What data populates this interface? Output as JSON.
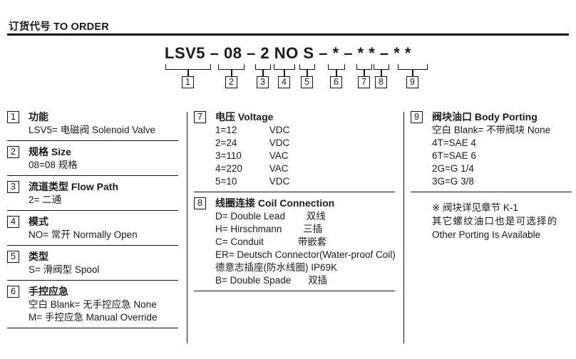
{
  "header": {
    "title": "订货代号 TO ORDER"
  },
  "order_code": {
    "text": "LSV5 – 08 – 2 NO S – * – * * – * *",
    "callout_numbers": [
      "1",
      "2",
      "3",
      "4",
      "5",
      "6",
      "7",
      "8",
      "9"
    ]
  },
  "columns": {
    "left": [
      {
        "num": "1",
        "title": "功能",
        "options": [
          {
            "key": "LSV5=",
            "value": "电磁阀 Solenoid Valve"
          }
        ]
      },
      {
        "num": "2",
        "title": "规格 Size",
        "options": [
          {
            "key": "08=08",
            "value": "规格"
          }
        ]
      },
      {
        "num": "3",
        "title": "流道类型 Flow Path",
        "options": [
          {
            "key": "2=",
            "value": "二通"
          }
        ]
      },
      {
        "num": "4",
        "title": "模式",
        "options": [
          {
            "key": "NO=",
            "value": "常开 Normally Open"
          }
        ]
      },
      {
        "num": "5",
        "title": "类型",
        "options": [
          {
            "key": "S=",
            "value": "滑阀型 Spool"
          }
        ]
      },
      {
        "num": "6",
        "title": "手控应急",
        "options": [
          {
            "key": "空白 Blank=",
            "value": "无手控应急 None"
          },
          {
            "key": "M=",
            "value": "手控应急 Manual Override"
          }
        ]
      }
    ],
    "middle": [
      {
        "num": "7",
        "title": "电压 Voltage",
        "options": [
          {
            "key": "1=12",
            "value": "VDC"
          },
          {
            "key": "2=24",
            "value": "VDC"
          },
          {
            "key": "3=110",
            "value": "VAC"
          },
          {
            "key": "4=220",
            "value": "VAC"
          },
          {
            "key": "5=10",
            "value": "VDC"
          }
        ]
      },
      {
        "num": "8",
        "title": "线圈连接 Coil Connection",
        "options": [
          {
            "key": "D= Double Lead",
            "value": "双线"
          },
          {
            "key": "H= Hirschmann",
            "value": "三插"
          },
          {
            "key": "C= Conduit",
            "value": "带嵌套"
          },
          {
            "key": "ER= Deutsch Connector(Water-proof Coil)",
            "value": ""
          },
          {
            "key": "德意志插座(防水线圈)  IP69K",
            "value": ""
          },
          {
            "key": "B= Double Spade",
            "value": "双插"
          }
        ]
      }
    ],
    "right": [
      {
        "num": "9",
        "title": "阀块油口 Body Porting",
        "options": [
          {
            "key": "空白 Blank=",
            "value": "不带阀块 None"
          },
          {
            "key": "4T=SAE 4",
            "value": ""
          },
          {
            "key": "6T=SAE 6",
            "value": ""
          },
          {
            "key": "2G=G 1/4",
            "value": ""
          },
          {
            "key": "3G=G 3/8",
            "value": ""
          }
        ]
      }
    ],
    "right_note": [
      "※ 阀块详见章节 K-1",
      "其它螺纹油口也是可选择的",
      "Other Porting Is Available"
    ]
  }
}
